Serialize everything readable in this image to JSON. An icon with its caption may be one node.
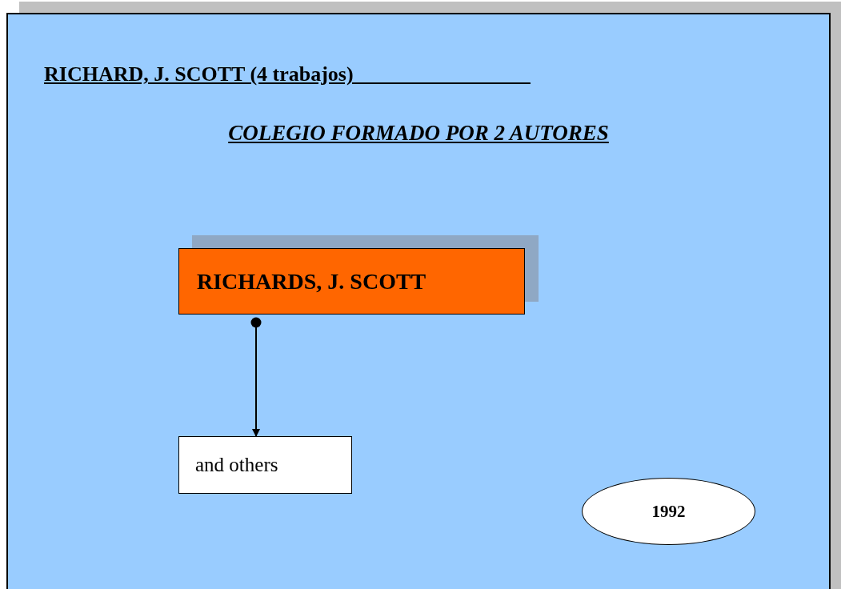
{
  "diagram": {
    "title": "RICHARD, J. SCOTT (4 trabajos)_________________",
    "nodes": [
      {
        "text": [
          "RICHARDS, J. SCOTT"
        ]
      },
      {
        "text": [
          "and others"
        ]
      },
      {
        "text": [
          "1992"
        ]
      }
    ],
    "edges": [
      {
        "from": 0,
        "to": 1,
        "arrow": "to"
      }
    ],
    "labels": [
      "COLEGIO FORMADO POR 2 AUTORES"
    ]
  }
}
